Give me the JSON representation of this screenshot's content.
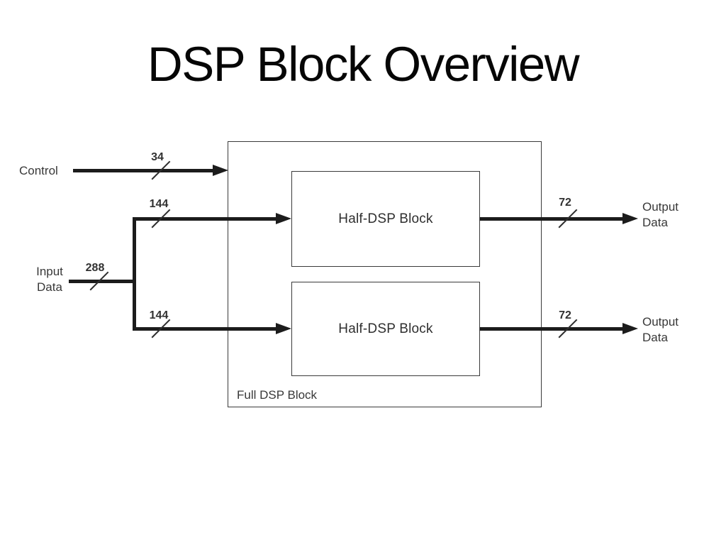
{
  "title": "DSP Block Overview",
  "diagram": {
    "control": {
      "label": "Control",
      "bus_width": "34"
    },
    "input": {
      "label_line1": "Input",
      "label_line2": "Data",
      "bus_width": "288"
    },
    "branch_top": {
      "bus_width": "144"
    },
    "branch_bottom": {
      "bus_width": "144"
    },
    "half_block_top": {
      "label": "Half-DSP Block"
    },
    "half_block_bottom": {
      "label": "Half-DSP Block"
    },
    "full_block": {
      "label": "Full DSP Block"
    },
    "output_top": {
      "label_line1": "Output",
      "label_line2": "Data",
      "bus_width": "72"
    },
    "output_bottom": {
      "label_line1": "Output",
      "label_line2": "Data",
      "bus_width": "72"
    }
  },
  "colors": {
    "background": "#ffffff",
    "line": "#1c1c1c",
    "box_border": "#3a3a3a",
    "text": "#383838",
    "title": "#060606"
  }
}
